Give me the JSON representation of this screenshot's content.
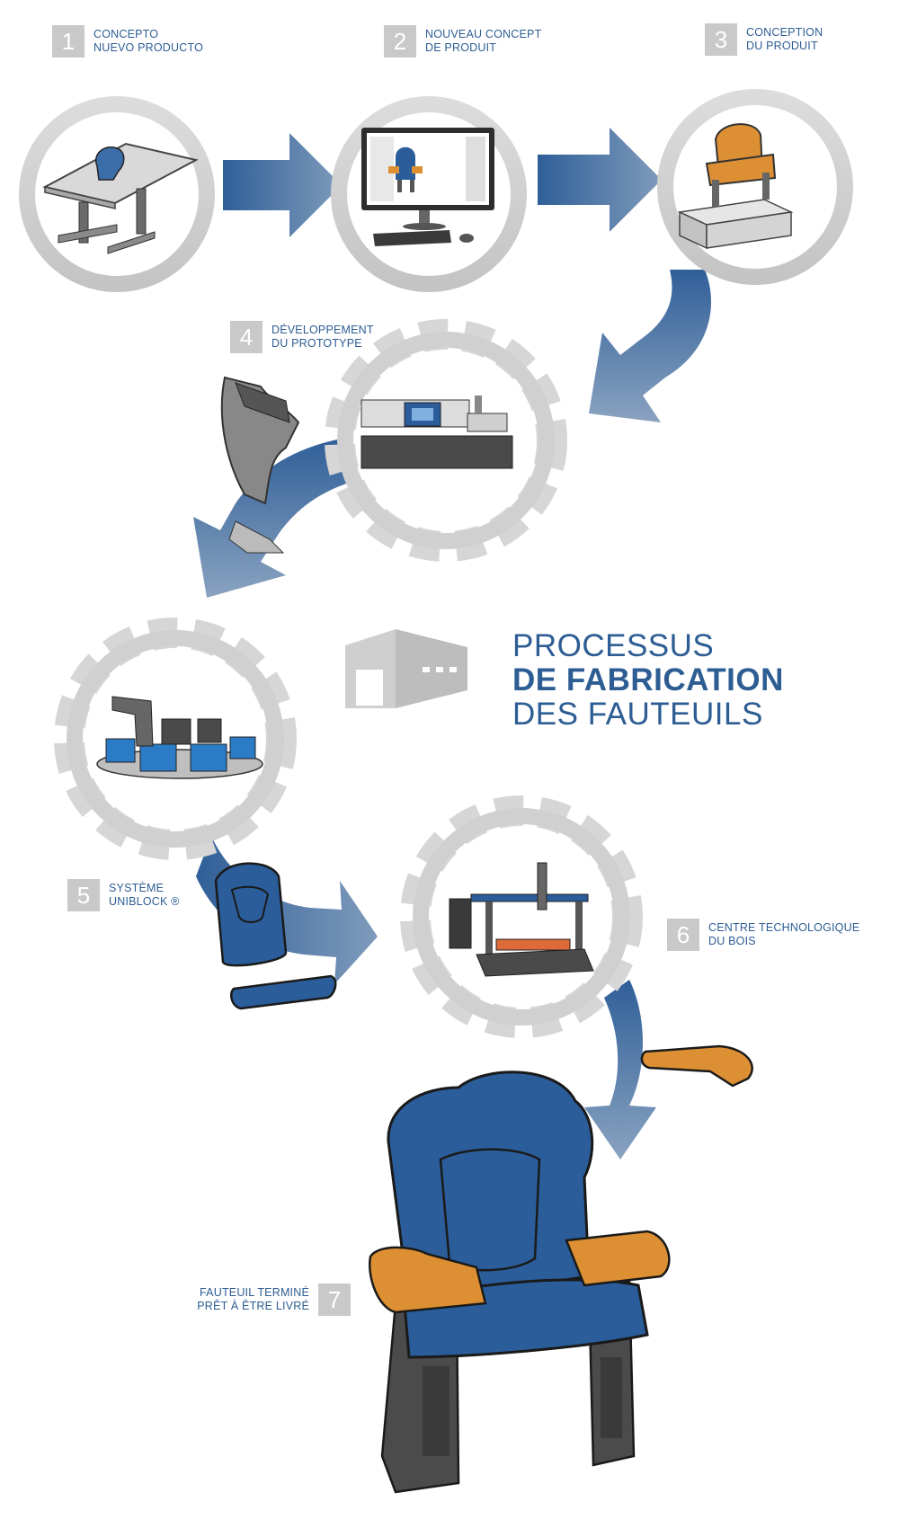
{
  "title": {
    "line1": "PROCESSUS",
    "line2": "DE FABRICATION",
    "line3": "DES FAUTEUILS"
  },
  "steps": [
    {
      "number": "1",
      "line1": "CONCEPTO",
      "line2": "NUEVO PRODUCTO"
    },
    {
      "number": "2",
      "line1": "NOUVEAU CONCEPT",
      "line2": "DE PRODUIT"
    },
    {
      "number": "3",
      "line1": "CONCEPTION",
      "line2": "DU PRODUIT"
    },
    {
      "number": "4",
      "line1": "DÉVELOPPEMENT",
      "line2": "DU PROTOTYPE"
    },
    {
      "number": "5",
      "line1": "SYSTÈME",
      "line2": "UNIBLOCK ®"
    },
    {
      "number": "6",
      "line1": "CENTRE TECHNOLOGIQUE",
      "line2": "DU BOIS"
    },
    {
      "number": "7",
      "line1": "FAUTEUIL TERMINÉ",
      "line2": "PRÊT À ÊTRE LIVRÉ"
    }
  ],
  "colors": {
    "accent": "#2d5d93",
    "arrow": "#3b6ea8",
    "ring": "#d4d4d4",
    "chair_blue": "#2b5d9a",
    "chair_orange": "#dd8f33",
    "chair_dark": "#4b4b4b"
  }
}
